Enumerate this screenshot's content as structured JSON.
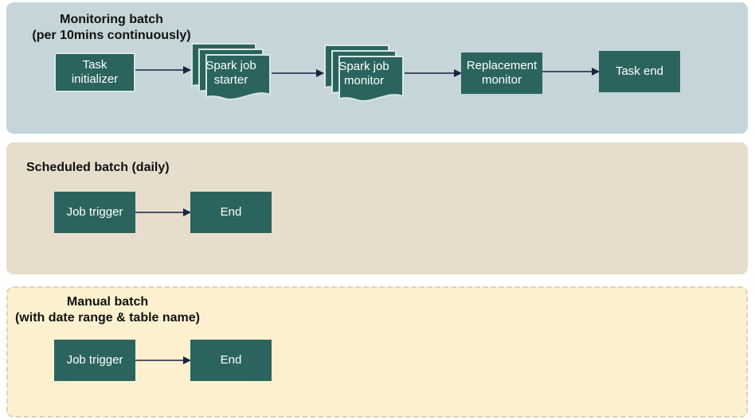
{
  "colors": {
    "monitoring_lane": "#c5d5d9",
    "scheduled_lane": "#e6ddcc",
    "manual_lane": "#fcf0cf",
    "node_fill": "#2b645e",
    "node_text": "#ffffff",
    "arrow": "#1a2440"
  },
  "lanes": {
    "monitoring": {
      "title_line1": "Monitoring batch",
      "title_line2": "(per 10mins continuously)",
      "nodes": {
        "task_initializer_line1": "Task",
        "task_initializer_line2": "initializer",
        "spark_job_starter_line1": "Spark job",
        "spark_job_starter_line2": "starter",
        "spark_job_monitor_line1": "Spark job",
        "spark_job_monitor_line2": "monitor",
        "replacement_monitor_line1": "Replacement",
        "replacement_monitor_line2": "monitor",
        "task_end": "Task end"
      }
    },
    "scheduled": {
      "title": "Scheduled batch (daily)",
      "nodes": {
        "job_trigger": "Job trigger",
        "end": "End"
      }
    },
    "manual": {
      "title_line1": "Manual batch",
      "title_line2": "(with date range & table name)",
      "nodes": {
        "job_trigger": "Job trigger",
        "end": "End"
      }
    }
  }
}
